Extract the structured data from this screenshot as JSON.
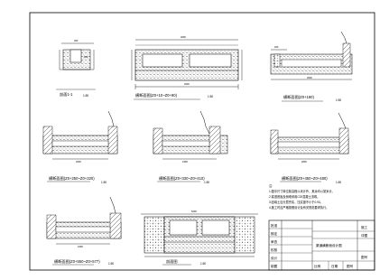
{
  "sheet": {
    "sections": [
      {
        "id": "s1",
        "title": "剖面1-1",
        "scale": "1:50"
      },
      {
        "id": "s2",
        "title": "横断面图(Z0+10~Z0+90)",
        "scale": "1:50"
      },
      {
        "id": "s3",
        "title": "横断面图(Z0+190)",
        "scale": "1:50"
      },
      {
        "id": "s4",
        "title": "横断面图(Z0+250~Z0+320)",
        "scale": "1:50"
      },
      {
        "id": "s5",
        "title": "横断面图(Z0+330~Z0+410)",
        "scale": "1:50"
      },
      {
        "id": "s6",
        "title": "横断面图(Z0+450~Z0+480)",
        "scale": "1:50"
      },
      {
        "id": "s7",
        "title": "横断面图(Z0+550~Z0+577)",
        "scale": "1:50"
      },
      {
        "id": "s8",
        "title": "剖面图",
        "scale": "1:50"
      }
    ],
    "notes": {
      "heading": "注:",
      "lines": [
        "1.图中尺寸单位除高程以米计外，其余均以毫米计。",
        "2.渠道底板及侧墙采用C20混凝土浇筑。",
        "3.回填土应分层夯实，压实度不小于0.93。",
        "4.施工时应严格按照设计及有关规范要求执行。"
      ]
    },
    "title_block": {
      "drawing_name": "渠道横断面设计图",
      "stage_label": "施工",
      "stage_value": "详图",
      "sheet_label": "图号",
      "side_labels": [
        "批准",
        "核定",
        "审查",
        "校核",
        "设计",
        "制图"
      ],
      "bottom_cells": [
        "比例",
        "日期",
        "图号"
      ]
    }
  }
}
